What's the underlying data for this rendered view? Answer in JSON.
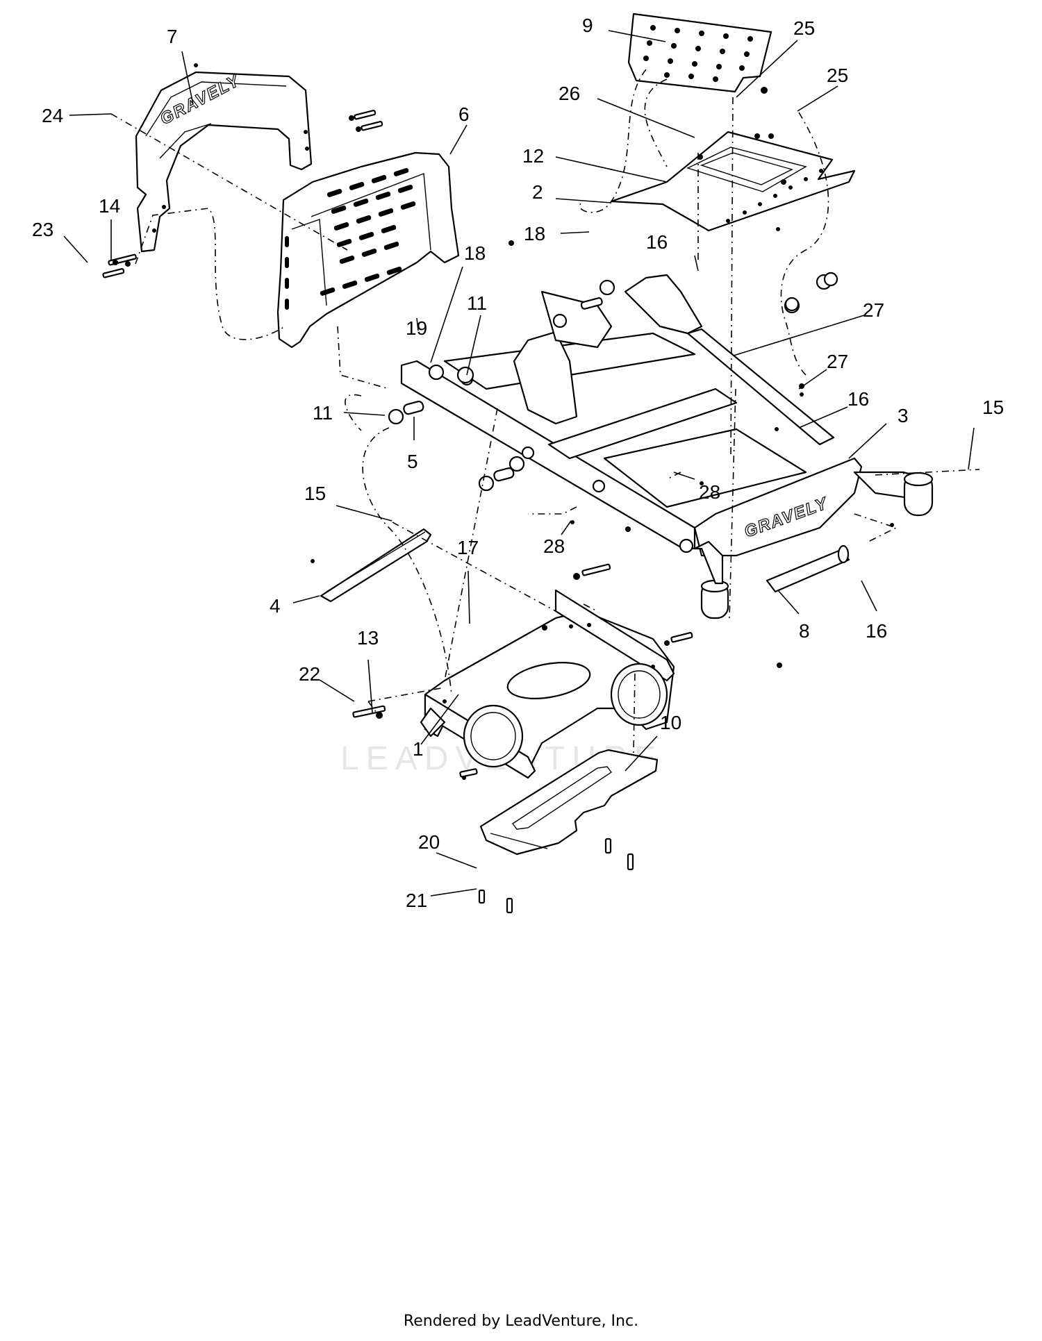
{
  "watermark": "LEADVENTURE",
  "footer": "Rendered by LeadVenture, Inc.",
  "logos": [
    "GRAVELY",
    "GRAVELY"
  ],
  "labels": {
    "l1": "1",
    "l2": "2",
    "l3": "3",
    "l4": "4",
    "l5": "5",
    "l6": "6",
    "l7": "7",
    "l8": "8",
    "l9": "9",
    "l10": "10",
    "l11a": "11",
    "l11b": "11",
    "l12": "12",
    "l13": "13",
    "l14": "14",
    "l15a": "15",
    "l15b": "15",
    "l16a": "16",
    "l16b": "16",
    "l16c": "16",
    "l17": "17",
    "l18a": "18",
    "l18b": "18",
    "l19": "19",
    "l20": "20",
    "l21": "21",
    "l22": "22",
    "l23": "23",
    "l24": "24",
    "l25a": "25",
    "l25b": "25",
    "l26": "26",
    "l27a": "27",
    "l27b": "27",
    "l28a": "28",
    "l28b": "28"
  }
}
